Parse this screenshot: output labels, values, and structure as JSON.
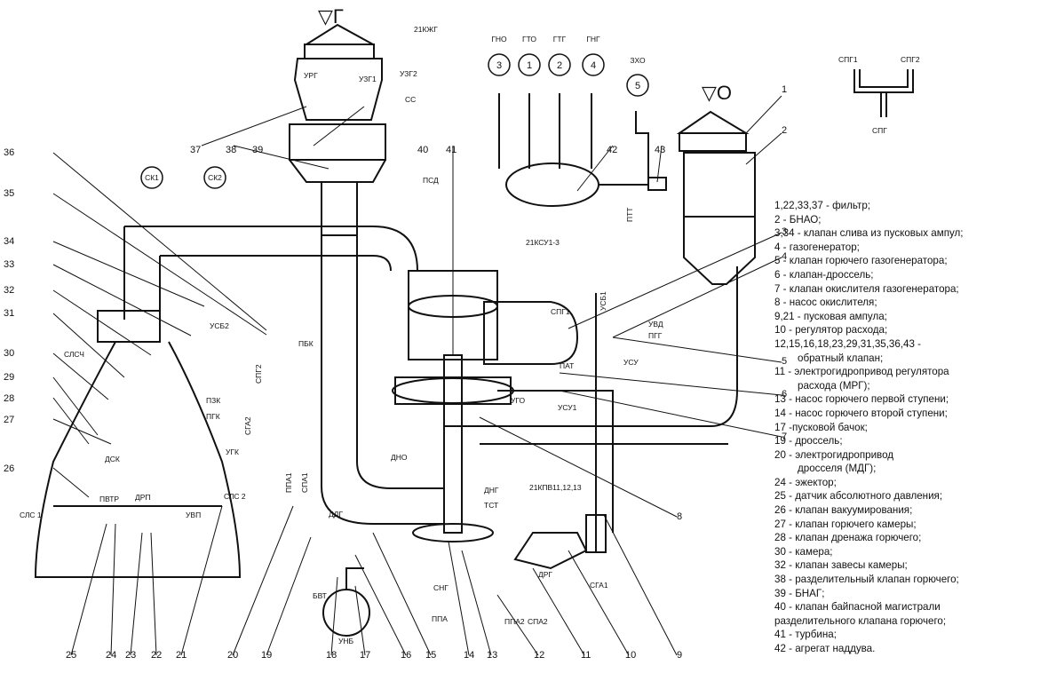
{
  "components": {
    "fuel_symbol": "▽Г",
    "oxidizer_symbol": "▽O",
    "pipe_labels": [
      "21КЖГ",
      "УРГ",
      "УЗГ2",
      "УЗГ1",
      "СС",
      "ПСД",
      "СК1",
      "СК2",
      "21КСУ1-3",
      "УСБ1",
      "СПГ1",
      "УВД",
      "ПГГ",
      "УСУ",
      "ПАТ",
      "УГО",
      "УСУ1",
      "ДНО",
      "21КПВ11,12,13",
      "ДНГ",
      "ТСТ",
      "ДРГ",
      "СГА1",
      "СНГ",
      "ППА",
      "ППА2",
      "СПА2",
      "БВТ",
      "УНБ",
      "ППА1",
      "СПА1",
      "ДДГ",
      "УСБ2",
      "ПБК",
      "СПГ2",
      "СЛСЧ",
      "ПЗК",
      "ПГК",
      "СГА2",
      "УГК",
      "ДСК",
      "ДРП",
      "ПВТР",
      "СЛС 1",
      "СЛС 2",
      "УВП",
      "ПТТ",
      "СПГ"
    ],
    "top_circles": [
      {
        "label": "ГНО",
        "num": "3"
      },
      {
        "label": "ГТО",
        "num": "1"
      },
      {
        "label": "ГТГ",
        "num": "2"
      },
      {
        "label": "ГНГ",
        "num": "4"
      },
      {
        "label": "ЗХО",
        "num": "5"
      }
    ],
    "callouts": [
      "1",
      "2",
      "3",
      "4",
      "5",
      "6",
      "7",
      "8",
      "9",
      "10",
      "11",
      "12",
      "13",
      "14",
      "15",
      "16",
      "17",
      "18",
      "19",
      "20",
      "21",
      "22",
      "23",
      "24",
      "25",
      "26",
      "27",
      "28",
      "29",
      "30",
      "31",
      "32",
      "33",
      "34",
      "35",
      "36",
      "37",
      "38",
      "39",
      "40",
      "41",
      "42",
      "43"
    ]
  },
  "legend": [
    "1,22,33,37 - фильтр;",
    "2 - БНАО;",
    "3,34 - клапан слива из пусковых ампул;",
    "4 - газогенератор;",
    "5 - клапан горючего газогенератора;",
    "6 - клапан-дроссель;",
    "7 - клапан окислителя газогенератора;",
    "8 - насос окислителя;",
    "9,21 - пусковая ампула;",
    "10 - регулятор расхода;",
    "12,15,16,18,23,29,31,35,36,43 -",
    "обратный клапан;",
    "11 - электрогидропривод регулятора",
    "расхода (МРГ);",
    "13 - насос горючего первой ступени;",
    "14 - насос горючего второй ступени;",
    "17 -пусковой бачок;",
    "19 - дроссель;",
    "20 - электрогидропривод",
    "дросселя (МДГ);",
    "24 - эжектор;",
    "25 - датчик абсолютного давления;",
    "26 - клапан вакуумирования;",
    "27 - клапан горючего камеры;",
    "28 - клапан дренажа горючего;",
    "30 - камера;",
    "32 - клапан завесы камеры;",
    "38 - разделительный клапан горючего;",
    "39 - БНАГ;",
    "40 - клапан байпасной магистрали",
    "разделительного клапана горючего;",
    "41 - турбина;",
    "42 - агрегат наддува."
  ]
}
